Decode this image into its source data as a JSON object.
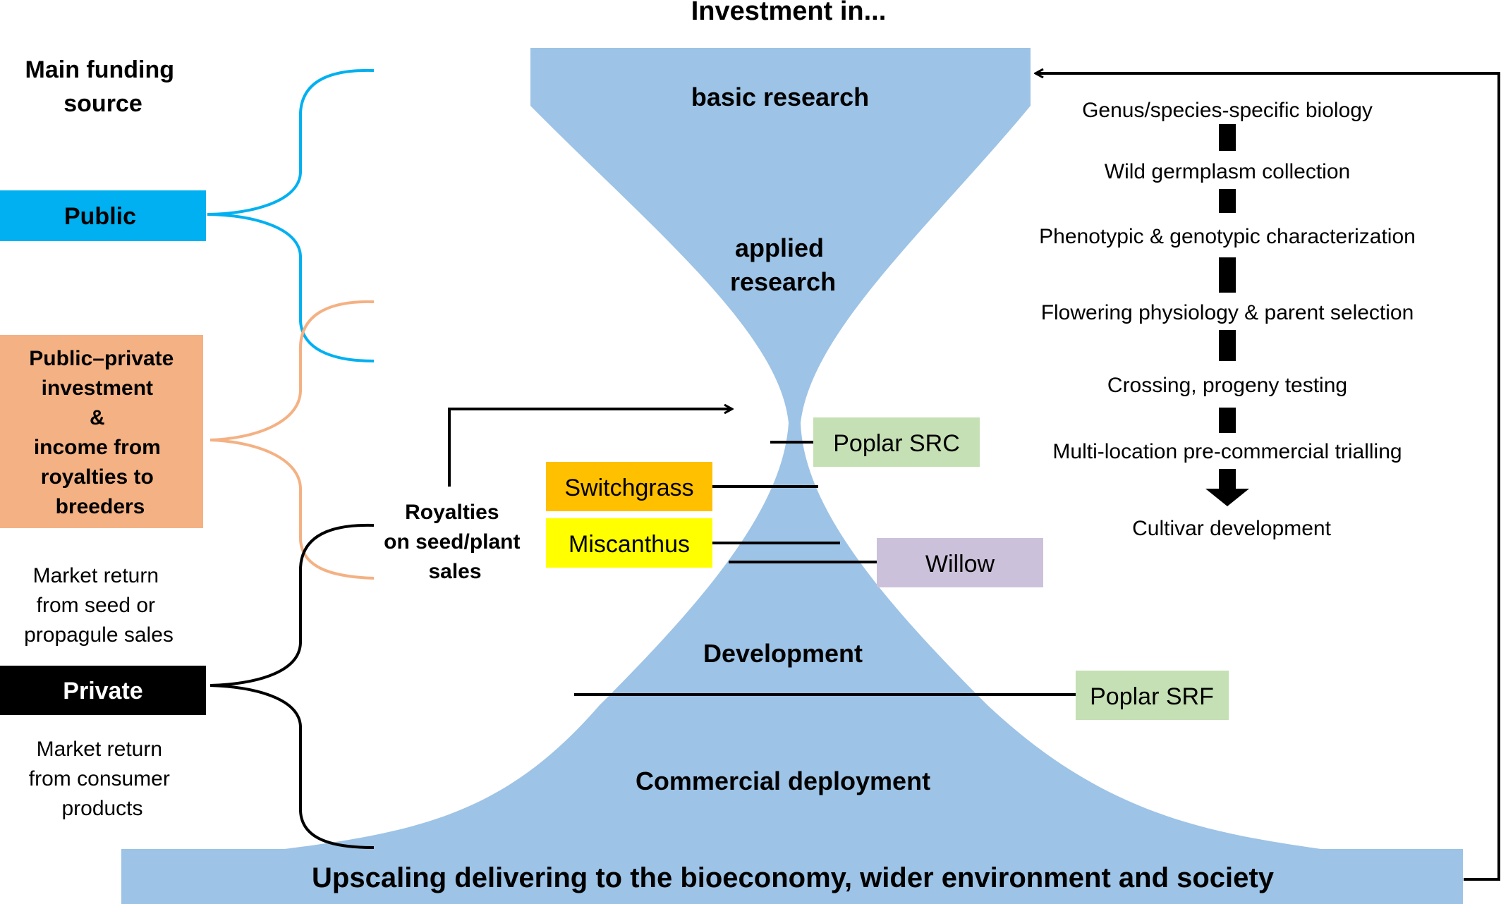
{
  "title": "Investment in...",
  "funding_header": [
    "Main funding",
    "source"
  ],
  "sources": {
    "public": "Public",
    "public_private": [
      "Public–private",
      "investment",
      "&",
      "income from",
      "royalties to",
      "breeders"
    ],
    "private": "Private",
    "market_seed": [
      "Market return",
      "from seed or",
      "propagule sales"
    ],
    "market_consumer": [
      "Market return",
      "from consumer",
      "products"
    ]
  },
  "royalties": [
    "Royalties",
    "on seed/plant",
    "sales"
  ],
  "funnel": {
    "basic_research": "basic research",
    "applied_research": [
      "applied",
      "research"
    ],
    "development": "Development",
    "commercial": "Commercial deployment",
    "base": "Upscaling delivering to the bioeconomy, wider environment and society"
  },
  "crops": {
    "poplar_src": "Poplar SRC",
    "switchgrass": "Switchgrass",
    "miscanthus": "Miscanthus",
    "willow": "Willow",
    "poplar_srf": "Poplar SRF"
  },
  "pipeline": [
    "Genus/species-specific biology",
    "Wild germplasm collection",
    "Phenotypic & genotypic characterization",
    "Flowering physiology & parent selection",
    "Crossing, progeny testing",
    "Multi-location pre-commercial trialling",
    "Cultivar development"
  ],
  "colors": {
    "funnel": "#9dc3e6",
    "public": "#00b0f0",
    "public_private": "#f4b183",
    "private": "#000000",
    "poplar_src": "#c5e0b4",
    "switchgrass": "#ffc000",
    "miscanthus": "#ffff00",
    "willow": "#ccc1da",
    "poplar_srf": "#c5e0b4"
  }
}
